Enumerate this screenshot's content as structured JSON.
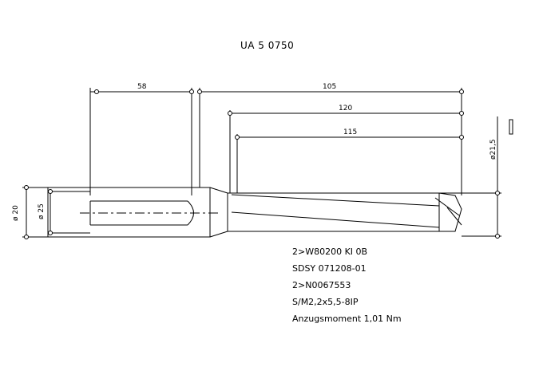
{
  "title": "UA 5 0750",
  "dimensions": {
    "d_shank_outer": "ø 20",
    "d_shank_inner": "ø 25",
    "l_shank": "58",
    "l_total": "105",
    "l_body": "120",
    "l_flute": "115",
    "d_tip": "ø21,5"
  },
  "notes": [
    "2>W80200 KI 0B",
    "SDSY 071208-01",
    "2>N0067553",
    "S/M2,2x5,5-8IP",
    "Anzugsmoment 1,01 Nm"
  ],
  "colors": {
    "line": "#000000",
    "background": "#ffffff"
  }
}
